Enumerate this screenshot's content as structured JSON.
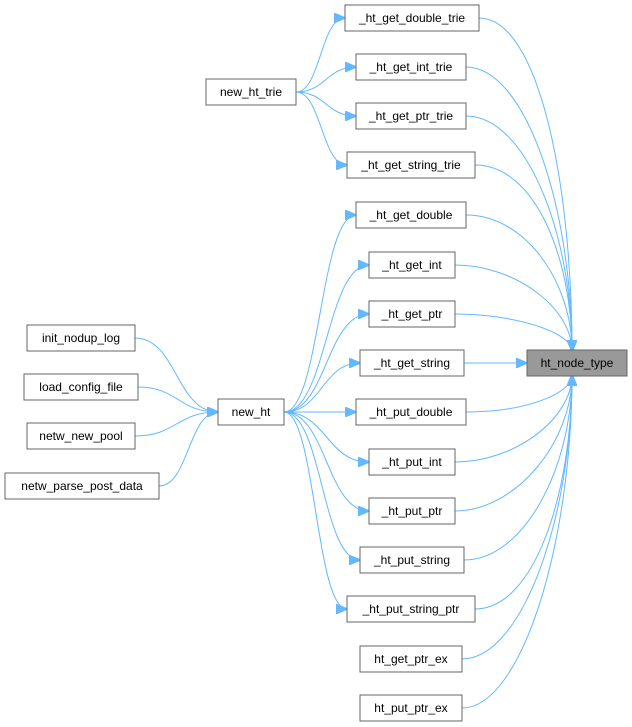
{
  "graph": {
    "focus": "ht_node_type",
    "nodes": [
      {
        "id": "ht_node_type",
        "label": "ht_node_type"
      },
      {
        "id": "_ht_get_double_trie",
        "label": "_ht_get_double_trie"
      },
      {
        "id": "_ht_get_int_trie",
        "label": "_ht_get_int_trie"
      },
      {
        "id": "_ht_get_ptr_trie",
        "label": "_ht_get_ptr_trie"
      },
      {
        "id": "_ht_get_string_trie",
        "label": "_ht_get_string_trie"
      },
      {
        "id": "_ht_get_double",
        "label": "_ht_get_double"
      },
      {
        "id": "_ht_get_int",
        "label": "_ht_get_int"
      },
      {
        "id": "_ht_get_ptr",
        "label": "_ht_get_ptr"
      },
      {
        "id": "_ht_get_string",
        "label": "_ht_get_string"
      },
      {
        "id": "_ht_put_double",
        "label": "_ht_put_double"
      },
      {
        "id": "_ht_put_int",
        "label": "_ht_put_int"
      },
      {
        "id": "_ht_put_ptr",
        "label": "_ht_put_ptr"
      },
      {
        "id": "_ht_put_string",
        "label": "_ht_put_string"
      },
      {
        "id": "_ht_put_string_ptr",
        "label": "_ht_put_string_ptr"
      },
      {
        "id": "ht_get_ptr_ex",
        "label": "ht_get_ptr_ex"
      },
      {
        "id": "ht_put_ptr_ex",
        "label": "ht_put_ptr_ex"
      },
      {
        "id": "new_ht_trie",
        "label": "new_ht_trie"
      },
      {
        "id": "new_ht",
        "label": "new_ht"
      },
      {
        "id": "init_nodup_log",
        "label": "init_nodup_log"
      },
      {
        "id": "load_config_file",
        "label": "load_config_file"
      },
      {
        "id": "netw_new_pool",
        "label": "netw_new_pool"
      },
      {
        "id": "netw_parse_post_data",
        "label": "netw_parse_post_data"
      }
    ],
    "edges": [
      {
        "from": "_ht_get_double_trie",
        "to": "ht_node_type"
      },
      {
        "from": "_ht_get_int_trie",
        "to": "ht_node_type"
      },
      {
        "from": "_ht_get_ptr_trie",
        "to": "ht_node_type"
      },
      {
        "from": "_ht_get_string_trie",
        "to": "ht_node_type"
      },
      {
        "from": "_ht_get_double",
        "to": "ht_node_type"
      },
      {
        "from": "_ht_get_int",
        "to": "ht_node_type"
      },
      {
        "from": "_ht_get_ptr",
        "to": "ht_node_type"
      },
      {
        "from": "_ht_get_string",
        "to": "ht_node_type"
      },
      {
        "from": "_ht_put_double",
        "to": "ht_node_type"
      },
      {
        "from": "_ht_put_int",
        "to": "ht_node_type"
      },
      {
        "from": "_ht_put_ptr",
        "to": "ht_node_type"
      },
      {
        "from": "_ht_put_string",
        "to": "ht_node_type"
      },
      {
        "from": "_ht_put_string_ptr",
        "to": "ht_node_type"
      },
      {
        "from": "ht_get_ptr_ex",
        "to": "ht_node_type"
      },
      {
        "from": "ht_put_ptr_ex",
        "to": "ht_node_type"
      },
      {
        "from": "new_ht_trie",
        "to": "_ht_get_double_trie"
      },
      {
        "from": "new_ht_trie",
        "to": "_ht_get_int_trie"
      },
      {
        "from": "new_ht_trie",
        "to": "_ht_get_ptr_trie"
      },
      {
        "from": "new_ht_trie",
        "to": "_ht_get_string_trie"
      },
      {
        "from": "new_ht",
        "to": "_ht_get_double"
      },
      {
        "from": "new_ht",
        "to": "_ht_get_int"
      },
      {
        "from": "new_ht",
        "to": "_ht_get_ptr"
      },
      {
        "from": "new_ht",
        "to": "_ht_get_string"
      },
      {
        "from": "new_ht",
        "to": "_ht_put_double"
      },
      {
        "from": "new_ht",
        "to": "_ht_put_int"
      },
      {
        "from": "new_ht",
        "to": "_ht_put_ptr"
      },
      {
        "from": "new_ht",
        "to": "_ht_put_string"
      },
      {
        "from": "new_ht",
        "to": "_ht_put_string_ptr"
      },
      {
        "from": "init_nodup_log",
        "to": "new_ht"
      },
      {
        "from": "load_config_file",
        "to": "new_ht"
      },
      {
        "from": "netw_new_pool",
        "to": "new_ht"
      },
      {
        "from": "netw_parse_post_data",
        "to": "new_ht"
      }
    ]
  },
  "colors": {
    "edge": "#63b8ff",
    "node_border": "#666666",
    "focus_fill": "#999999"
  }
}
